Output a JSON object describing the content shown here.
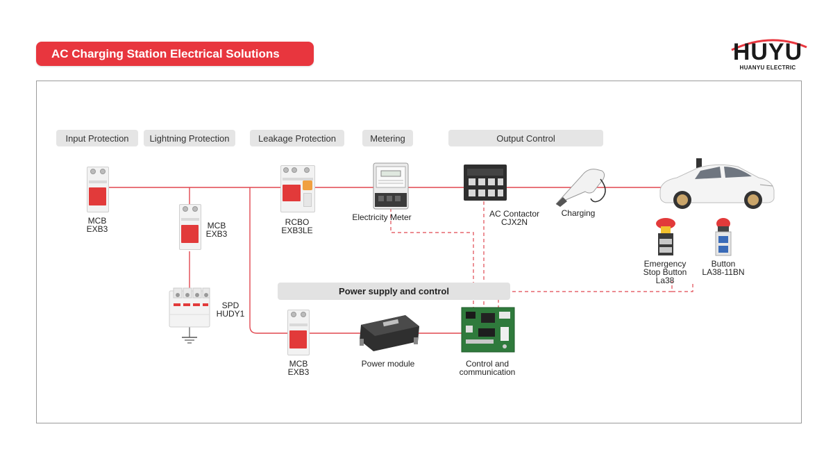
{
  "title": "AC Charging Station Electrical Solutions",
  "logo": {
    "brand": "HUYU",
    "subtitle": "HUANYU ELECTRIC"
  },
  "categories": {
    "input": "Input Protection",
    "lightning": "Lightning Protection",
    "leakage": "Leakage Protection",
    "metering": "Metering",
    "output": "Output Control"
  },
  "power_section": "Power supply and control",
  "components": {
    "mcb1": {
      "line1": "MCB",
      "line2": "EXB3"
    },
    "mcb2": {
      "line1": "MCB",
      "line2": "EXB3"
    },
    "spd": {
      "line1": "SPD",
      "line2": "HUDY1"
    },
    "rcbo": {
      "line1": "RCBO",
      "line2": "EXB3LE"
    },
    "meter": {
      "line1": "Electricity Meter"
    },
    "contactor": {
      "line1": "AC Contactor",
      "line2": "CJX2N"
    },
    "charging": {
      "line1": "Charging"
    },
    "estop": {
      "line1": "Emergency",
      "line2": "Stop Button",
      "line3": "La38"
    },
    "button": {
      "line1": "Button",
      "line2": "LA38-11BN"
    },
    "mcb3": {
      "line1": "MCB",
      "line2": "EXB3"
    },
    "power_module": {
      "line1": "Power module"
    },
    "control": {
      "line1": "Control and",
      "line2": "communication"
    }
  },
  "colors": {
    "accent": "#e8363e",
    "wire": "#e0474f",
    "category_bg": "#e5e5e5"
  }
}
